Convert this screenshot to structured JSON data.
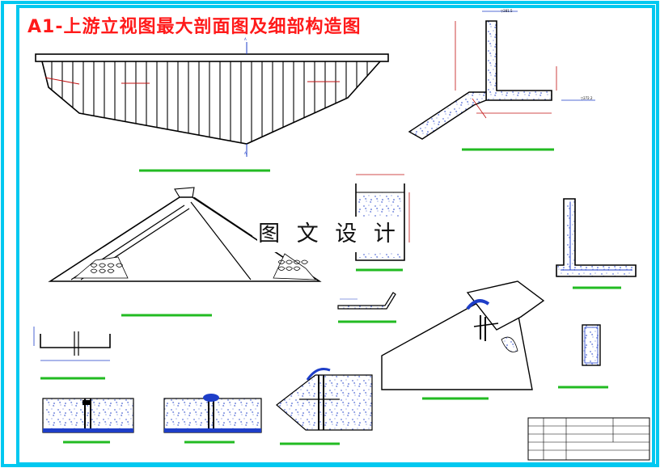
{
  "drawing": {
    "title": "A1-上游立视图最大剖面图及细部构造图",
    "watermark": "图 文 设 计"
  },
  "colors": {
    "frame": "#00c8f0",
    "title": "#ff1a1a",
    "outline": "#1e3ec8",
    "caption_bar": "#22bb22",
    "ink": "#000000"
  },
  "annotations": {
    "section_mark": "A",
    "sta_a": "▽281.5",
    "sta_b": "▽272.2"
  },
  "views": [
    {
      "id": "upstream-elevation"
    },
    {
      "id": "parapet-detail"
    },
    {
      "id": "max-section"
    },
    {
      "id": "gallery-detail"
    },
    {
      "id": "drain-detail"
    },
    {
      "id": "l-wall-detail"
    },
    {
      "id": "waterstop-detail"
    },
    {
      "id": "joint-detail-1"
    },
    {
      "id": "joint-detail-2"
    },
    {
      "id": "joint-detail-3"
    },
    {
      "id": "toe-detail"
    },
    {
      "id": "column-detail"
    }
  ]
}
